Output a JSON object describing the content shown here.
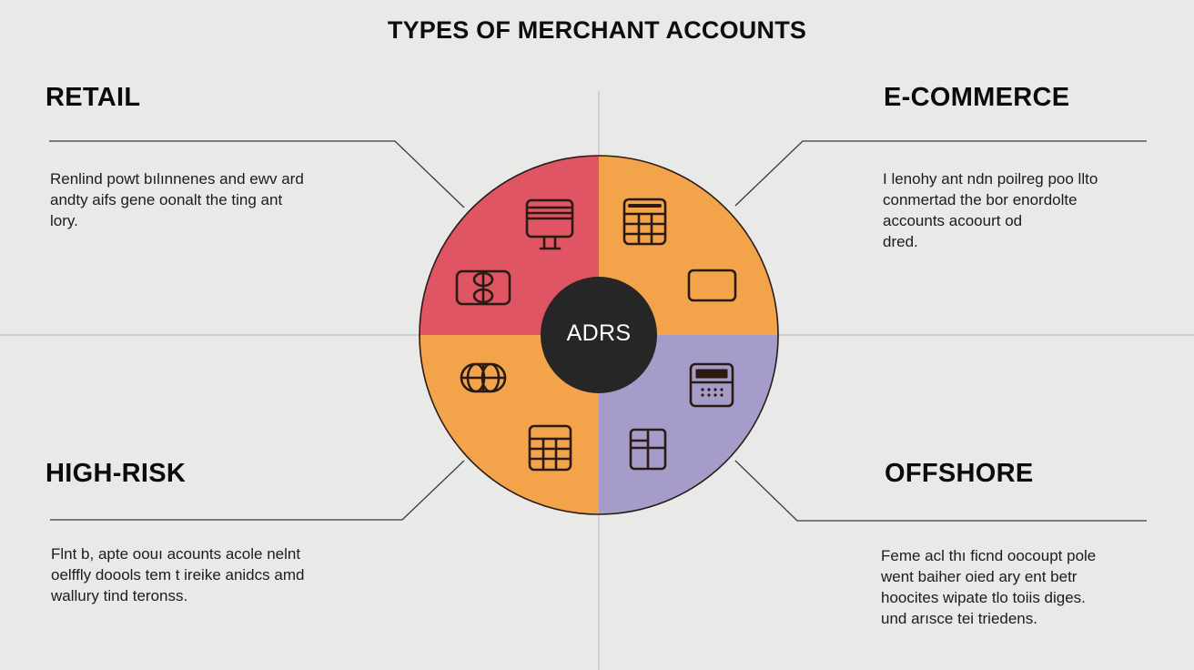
{
  "title": "TYPES OF MERCHANT ACCOUNTS",
  "center": {
    "label": "ADRS",
    "color": "#262626"
  },
  "quadrants": [
    {
      "id": "retail",
      "heading": "RETAIL",
      "color": "#e05563",
      "description_lines": [
        "Renlind powt bılınnenes and ewv ard",
        "andty aifs gene oonalt the ting ant",
        "lory."
      ],
      "icons": [
        "monitor-icon",
        "card-chip-icon"
      ]
    },
    {
      "id": "ecommerce",
      "heading": "E-COMMERCE",
      "color": "#f3a44a",
      "description_lines": [
        "I lenohy ant ndn poilreg poo llto",
        "conmertad the bor enordolte",
        "accounts acoourt od",
        "dred."
      ],
      "icons": [
        "calculator-icon",
        "card-outline-icon"
      ]
    },
    {
      "id": "high-risk",
      "heading": "HIGH-RISK",
      "color": "#f3a44a",
      "description_lines": [
        "Flnt b, apte oouı acounts acole nelnt",
        "oelffly doools tem t ireike anidcs amd",
        "wallury tind teronss."
      ],
      "icons": [
        "globe-icon",
        "table-grid-icon"
      ]
    },
    {
      "id": "offshore",
      "heading": "OFFSHORE",
      "color": "#a59cc9",
      "description_lines": [
        "Feme acl thı ficnd oocoupt pole",
        "went baiher oied ary ent betr",
        "hoocites wipate tlo toiis diges.",
        "und arısce tei triedens."
      ],
      "icons": [
        "pos-terminal-icon",
        "layout-grid-icon"
      ]
    }
  ]
}
